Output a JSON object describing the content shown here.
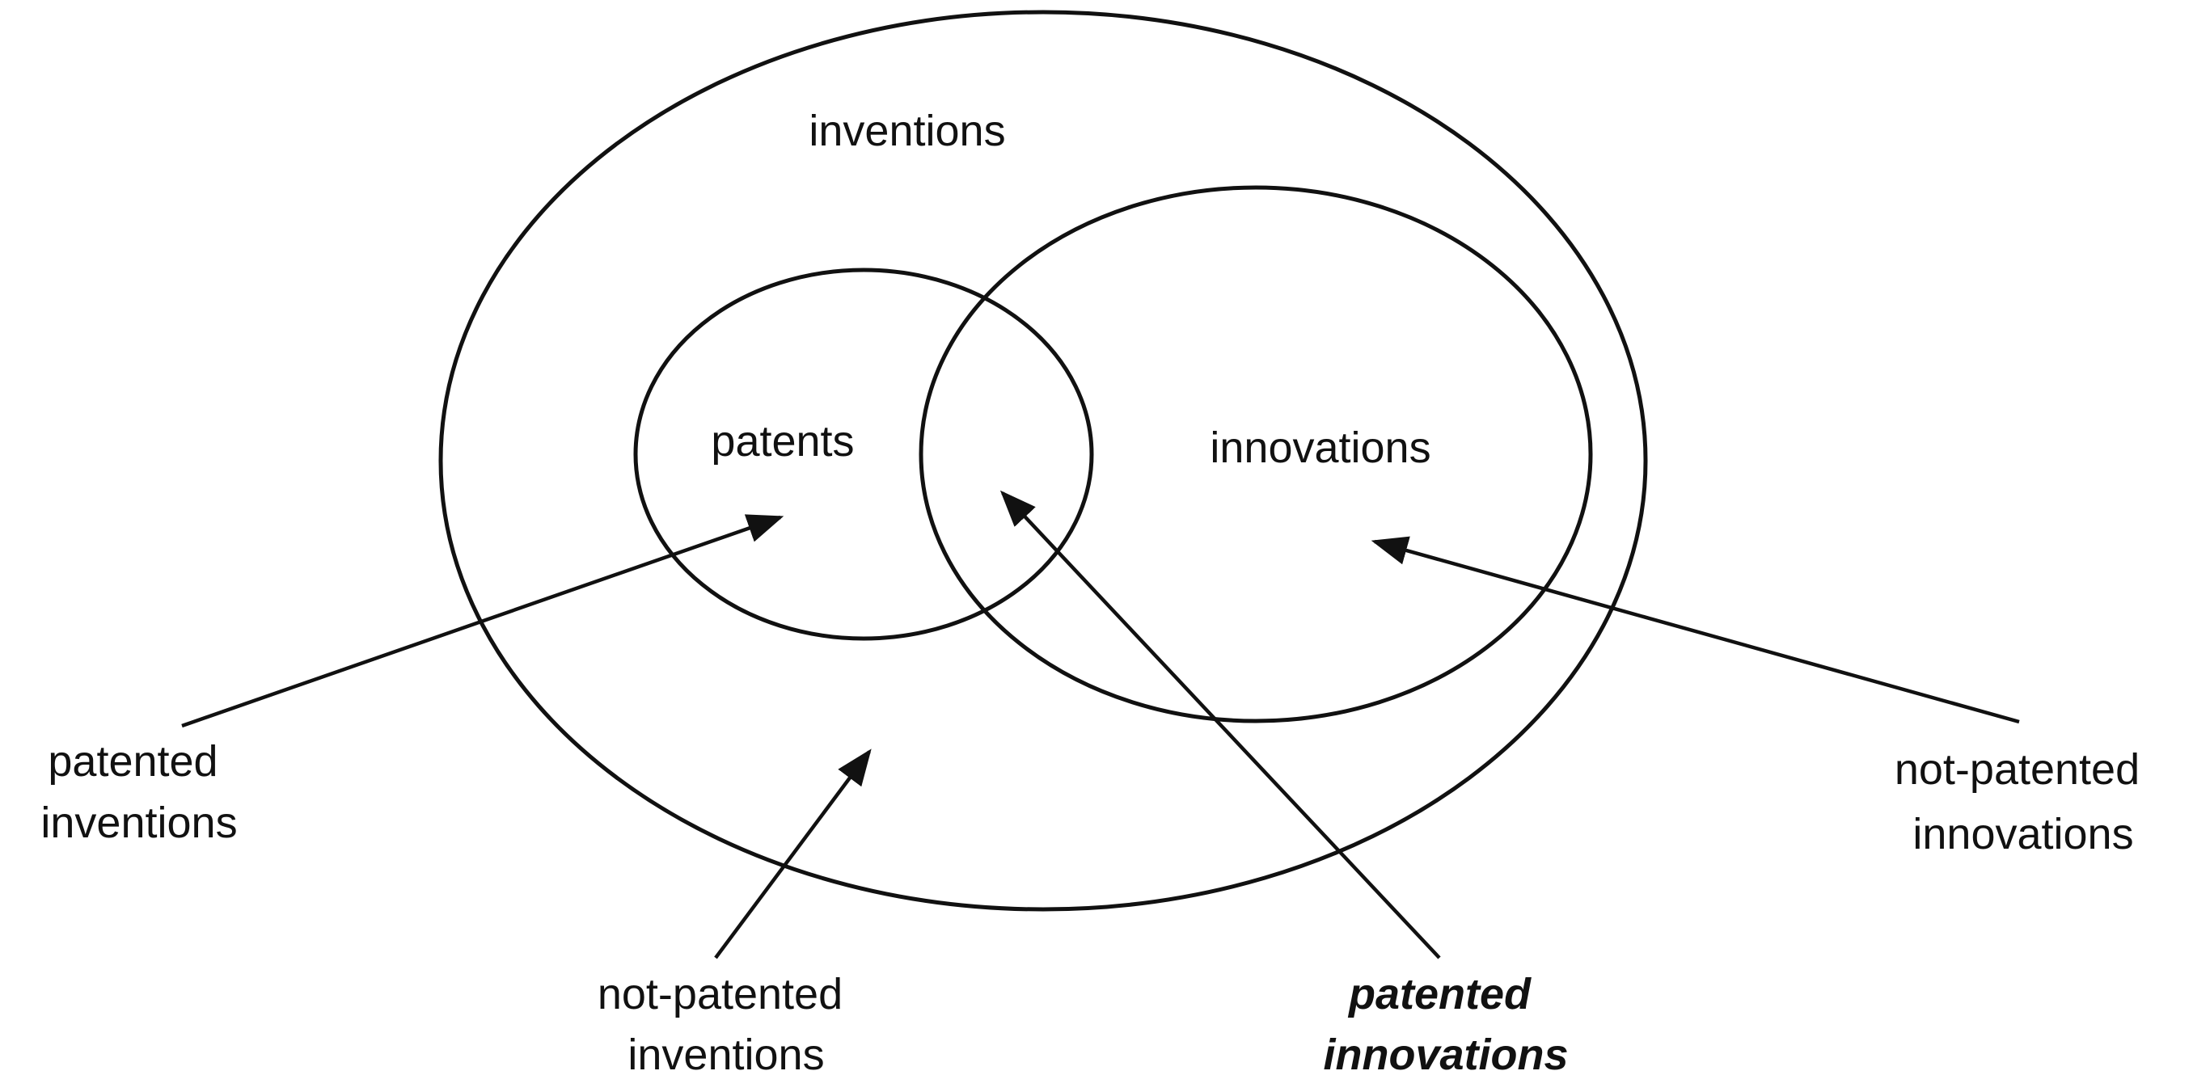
{
  "diagram": {
    "sets": {
      "inventions": "inventions",
      "patents": "patents",
      "innovations": "innovations"
    },
    "callouts": {
      "patented_inventions": [
        "patented",
        "inventions"
      ],
      "not_patented_inventions": [
        "not-patented",
        "inventions"
      ],
      "patented_innovations": [
        "patented",
        "innovations"
      ],
      "not_patented_innovations": [
        "not-patented",
        "innovations"
      ]
    }
  }
}
